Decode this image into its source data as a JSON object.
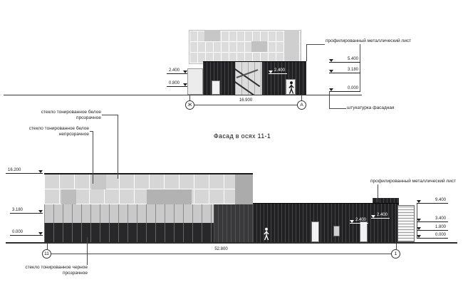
{
  "title": "Фасад в осях 11-1",
  "colors": {
    "dark_metal": "#212123",
    "glass_light": "#d6d6d6",
    "glass_dark_tinted": "#28282a",
    "line": "#4a4a4a"
  },
  "top": {
    "axis_left": "Ж",
    "axis_right": "А",
    "span": "16.900",
    "label_metal": "профилированный металлический лист",
    "label_plaster": "штукатурка фасадная",
    "marks": {
      "right": [
        "5.400",
        "3.180",
        "0.000"
      ],
      "left": [
        "2.400",
        "0.800"
      ],
      "facade": "2.400"
    }
  },
  "bottom": {
    "axis_left": "11",
    "axis_right": "1",
    "span": "52.800",
    "label_metal": "профилированный металлический лист",
    "labels_glass": [
      {
        "l1": "стекло тонированное белое",
        "l2": "прозрачное"
      },
      {
        "l1": "стекло тонированное белое",
        "l2": "непрозрачное"
      },
      {
        "l1": "стекло тонированное черное",
        "l2": "прозрачное"
      }
    ],
    "marks": {
      "left": [
        "16.200",
        "3.180",
        "0.000"
      ],
      "right": [
        "9.400",
        "3.400",
        "1.800",
        "0.000"
      ],
      "facade": [
        "2.400",
        "2.400"
      ]
    }
  }
}
